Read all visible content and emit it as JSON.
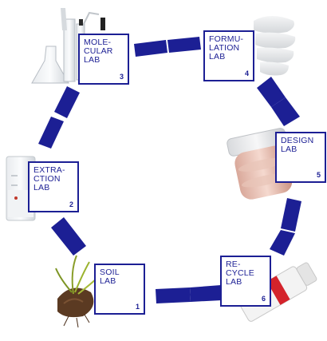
{
  "diagram": {
    "labs": [
      {
        "id": "soil",
        "label": "SOIL\nLAB",
        "number": "1",
        "image": "plant-with-soil-icon"
      },
      {
        "id": "extraction",
        "label": "EXTRA-\nCTION\nLAB",
        "number": "2",
        "image": "lab-beaker-icon"
      },
      {
        "id": "molecular",
        "label": "MOLE-\nCULAR\nLAB",
        "number": "3",
        "image": "lab-glassware-icon"
      },
      {
        "id": "formulation",
        "label": "FORMU-\nLATION\nLAB",
        "number": "4",
        "image": "cream-swatch-icon"
      },
      {
        "id": "design",
        "label": "DESIGN\nLAB",
        "number": "5",
        "image": "cosmetic-jar-icon"
      },
      {
        "id": "recycle",
        "label": "RE-\nCYCLE\nLAB",
        "number": "6",
        "image": "cosmetic-tube-icon"
      }
    ],
    "colors": {
      "accent": "#1c1f94",
      "box_background": "#ffffff"
    }
  }
}
